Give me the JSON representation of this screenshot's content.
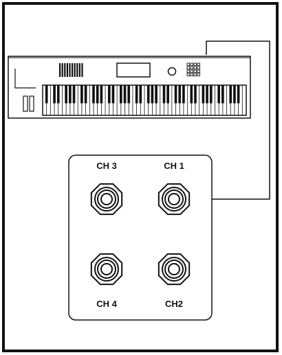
{
  "panel": {
    "jacks": [
      {
        "id": "ch3",
        "label": "CH 3"
      },
      {
        "id": "ch1",
        "label": "CH 1"
      },
      {
        "id": "ch4",
        "label": "CH 4"
      },
      {
        "id": "ch2",
        "label": "CH2"
      }
    ]
  },
  "keyboard": {
    "white_key_count": 52
  },
  "cable": {
    "from": "keyboard",
    "to": "ch1"
  },
  "colors": {
    "line": "#111111",
    "background": "#ffffff"
  }
}
